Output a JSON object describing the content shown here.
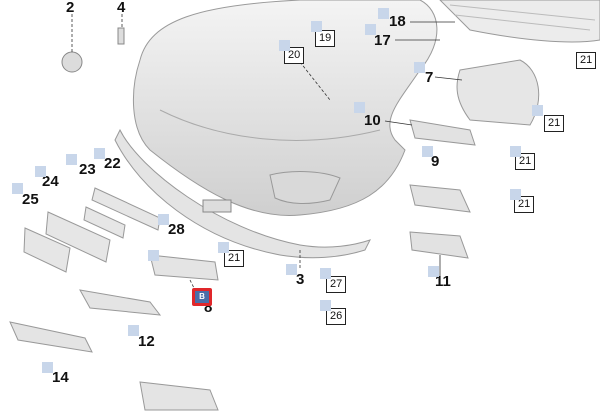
{
  "labels": {
    "n2": "2",
    "n4": "4",
    "n18": "18",
    "n17": "17",
    "n7": "7",
    "n10": "10",
    "n9": "9",
    "n22": "22",
    "n23": "23",
    "n24": "24",
    "n25": "25",
    "n28": "28",
    "n3": "3",
    "n11": "11",
    "n12": "12",
    "n14": "14",
    "n8": "8"
  },
  "boxed_labels": {
    "b19": "19",
    "b20": "20",
    "b21a": "21",
    "b21b": "21",
    "b21c": "21",
    "b21d": "21",
    "b21e": "21",
    "b27": "27",
    "b26": "26"
  },
  "badge": {
    "text": "B",
    "color": "#e0262a"
  },
  "colors": {
    "part_fill": "#e8e8e8",
    "part_stroke": "#9a9a9a",
    "marker": "#c8d6ea"
  }
}
